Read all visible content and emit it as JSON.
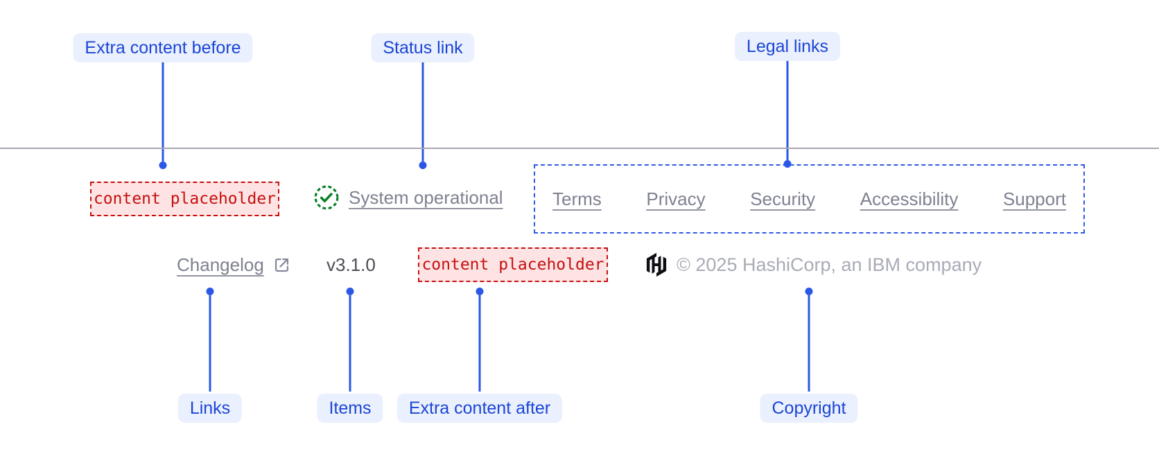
{
  "annotations": {
    "extra_content_before": "Extra content before",
    "status_link": "Status link",
    "legal_links": "Legal links",
    "links": "Links",
    "items": "Items",
    "extra_content_after": "Extra content after",
    "copyright": "Copyright"
  },
  "footer": {
    "placeholder_before": "content placeholder",
    "status": {
      "label": "System operational",
      "icon": "check-circle-icon"
    },
    "legal": {
      "links": [
        "Terms",
        "Privacy",
        "Security",
        "Accessibility",
        "Support"
      ]
    },
    "changelog": {
      "label": "Changelog",
      "icon": "external-link-icon"
    },
    "version": "v3.1.0",
    "placeholder_after": "content placeholder",
    "logo": "hashicorp-logo-icon",
    "copyright_text": "© 2025 HashiCorp, an IBM company"
  },
  "colors": {
    "accent_blue": "#2b57e6",
    "label_text_blue": "#1b45d6",
    "label_bg": "#eaf0fd",
    "placeholder_red": "#c60f0f",
    "placeholder_bg": "#fde3e3",
    "success_green": "#067e26",
    "link_gray": "#7e8190",
    "version_gray": "#4a4c55",
    "copyright_gray": "#a9abb6",
    "divider_gray": "#a5a6b0"
  }
}
